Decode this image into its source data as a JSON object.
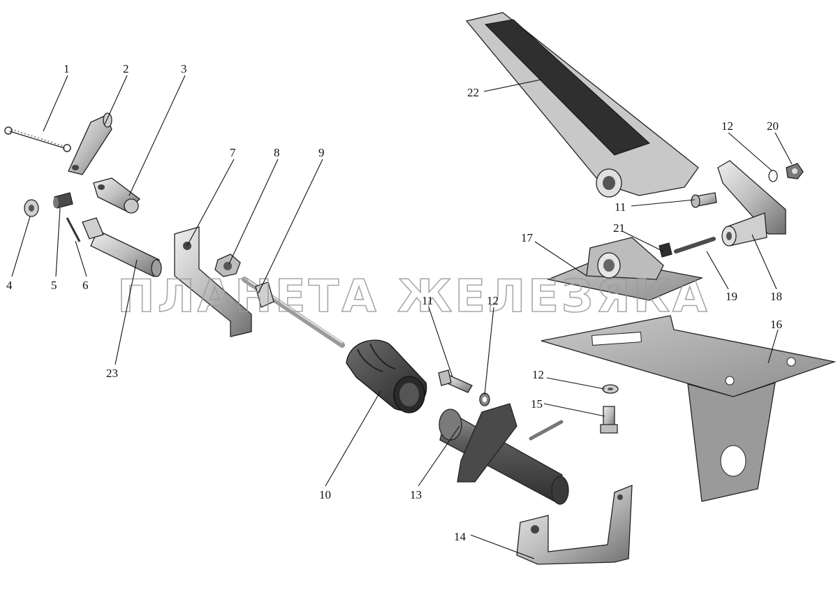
{
  "watermark": "ПЛАНЕТА ЖЕЛЕЗЯКА",
  "callouts": {
    "c1": "1",
    "c2": "2",
    "c3": "3",
    "c4": "4",
    "c5": "5",
    "c6": "6",
    "c7": "7",
    "c8": "8",
    "c9": "9",
    "c10": "10",
    "c11a": "11",
    "c11b": "11",
    "c12a": "12",
    "c12b": "12",
    "c12c": "12",
    "c13": "13",
    "c14": "14",
    "c15": "15",
    "c16": "16",
    "c17": "17",
    "c18": "18",
    "c19": "19",
    "c20": "20",
    "c21": "21",
    "c22": "22",
    "c23": "23"
  },
  "colors": {
    "metal_light": "#d9d9d9",
    "metal_mid": "#a8a8a8",
    "metal_dark": "#5e5e5e",
    "rubber": "#3c3c3c",
    "plate": "#b3b3b3"
  }
}
